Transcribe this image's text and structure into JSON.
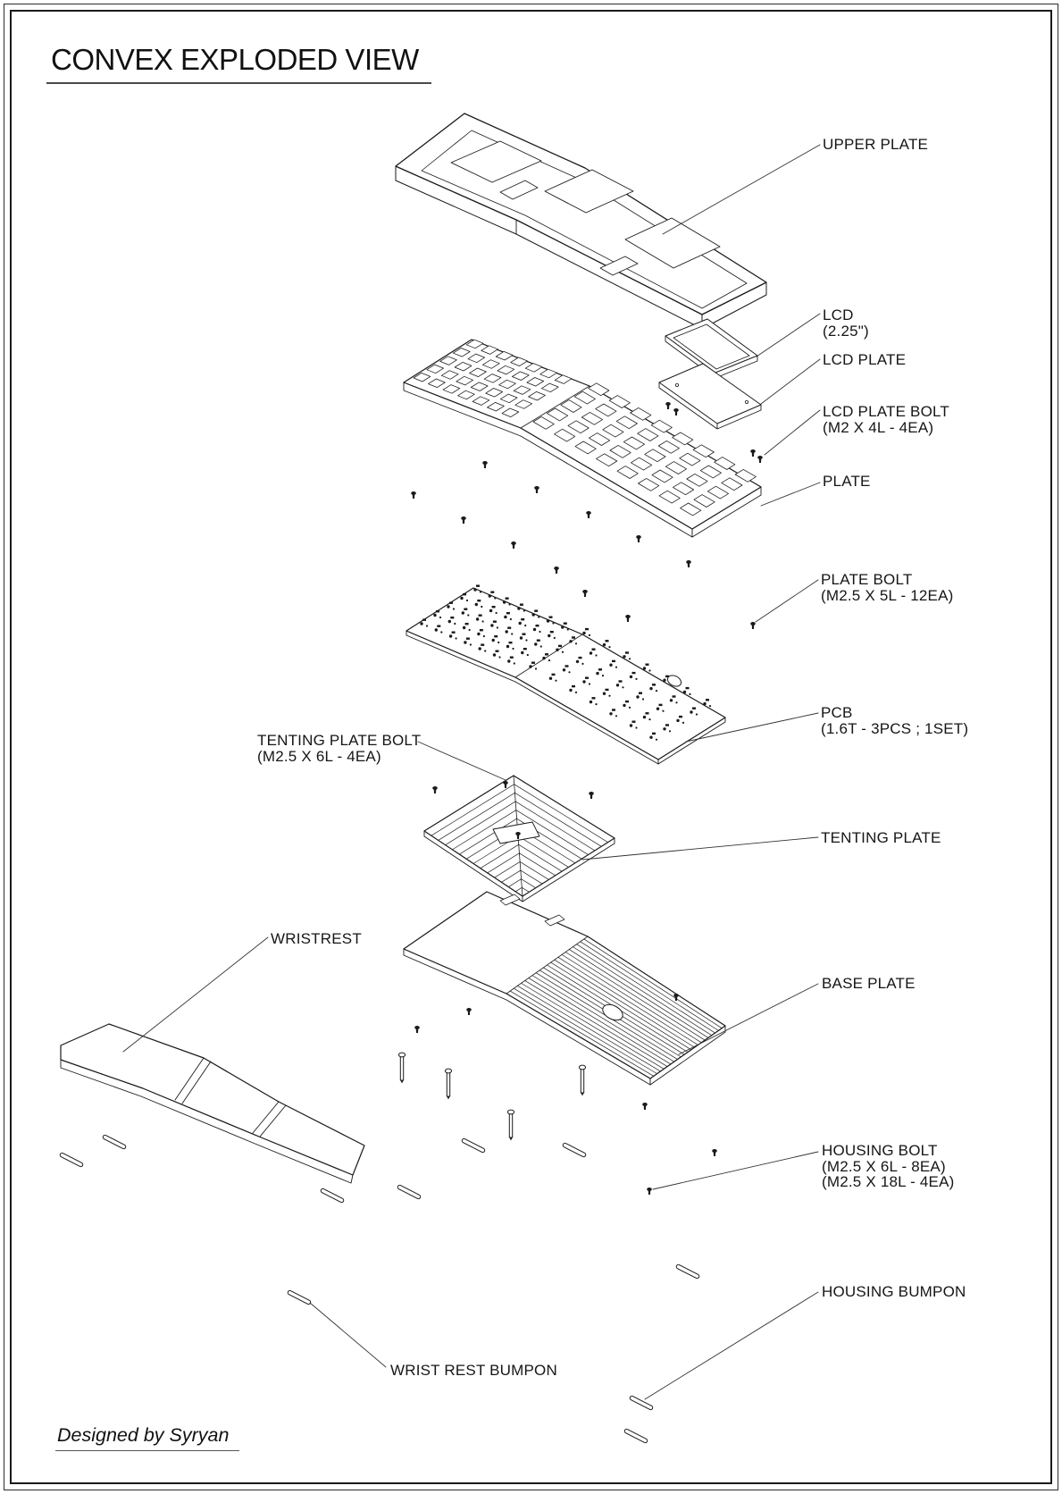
{
  "page": {
    "title": "CONVEX EXPLODED VIEW",
    "credit": "Designed by Syryan"
  },
  "colors": {
    "ink": "#1a1a1a",
    "leader": "#333333",
    "paper": "#ffffff"
  },
  "labels": {
    "upper_plate": {
      "l1": "UPPER PLATE"
    },
    "lcd": {
      "l1": "LCD",
      "l2": "(2.25\")"
    },
    "lcd_plate": {
      "l1": "LCD PLATE"
    },
    "lcd_plate_bolt": {
      "l1": "LCD PLATE BOLT",
      "l2": "(M2 X 4L - 4EA)"
    },
    "plate": {
      "l1": "PLATE"
    },
    "plate_bolt": {
      "l1": "PLATE BOLT",
      "l2": "(M2.5 X 5L - 12EA)"
    },
    "pcb": {
      "l1": "PCB",
      "l2": "(1.6T - 3PCS ; 1SET)"
    },
    "tenting_plate_bolt": {
      "l1": "TENTING PLATE BOLT",
      "l2": "(M2.5 X 6L - 4EA)"
    },
    "tenting_plate": {
      "l1": "TENTING PLATE"
    },
    "wristrest": {
      "l1": "WRISTREST"
    },
    "base_plate": {
      "l1": "BASE PLATE"
    },
    "housing_bolt": {
      "l1": "HOUSING BOLT",
      "l2": "(M2.5 X 6L - 8EA)",
      "l3": "(M2.5 X 18L - 4EA)"
    },
    "housing_bumpon": {
      "l1": "HOUSING BUMPON"
    },
    "wrist_rest_bumpon": {
      "l1": "WRIST REST BUMPON"
    }
  }
}
